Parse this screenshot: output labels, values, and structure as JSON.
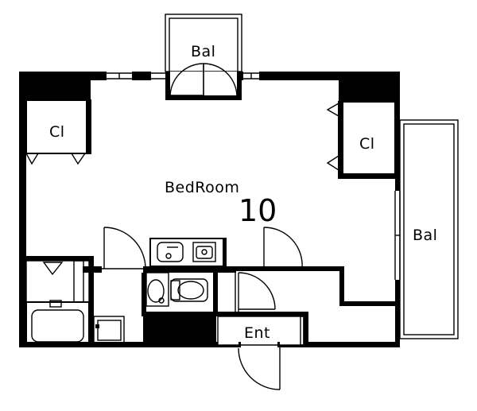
{
  "plan": {
    "labels": {
      "balcony_top": "Bal",
      "closet_left": "Cl",
      "closet_right": "Cl",
      "bedroom": "BedRoom",
      "bedroom_size": "10",
      "balcony_right": "Bal",
      "entrance": "Ent"
    },
    "icons": {
      "sink": "kitchen-sink-icon",
      "stove": "stove-icon",
      "washbasin": "washbasin-icon",
      "toilet": "toilet-icon",
      "bathtub": "bathtub-icon",
      "washer": "washing-machine-icon"
    }
  }
}
